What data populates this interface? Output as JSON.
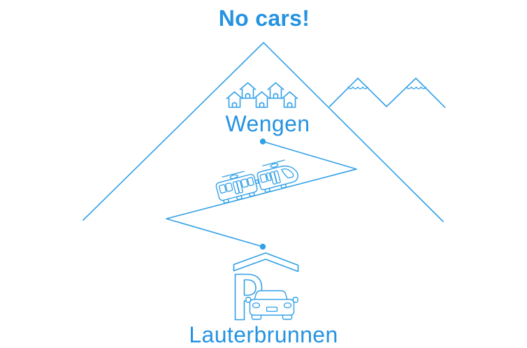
{
  "title": {
    "text": "No cars!"
  },
  "labels": {
    "wengen": "Wengen",
    "lauterbrunnen": "Lauterbrunnen"
  },
  "colors": {
    "line_blue": "#31a0e7",
    "text_blue": "#2593e2",
    "bg": "#ffffff"
  },
  "icons": {
    "large_mountain": "mountain-icon",
    "snowy_peaks": "snowy-peaks-icon",
    "village_houses": "houses-icon",
    "railway": "railway-zigzag-line",
    "train": "cogwheel-train-icon",
    "station_upper": "station-dot",
    "station_lower": "station-dot",
    "parking": "parking-garage-icon",
    "car": "car-icon"
  }
}
